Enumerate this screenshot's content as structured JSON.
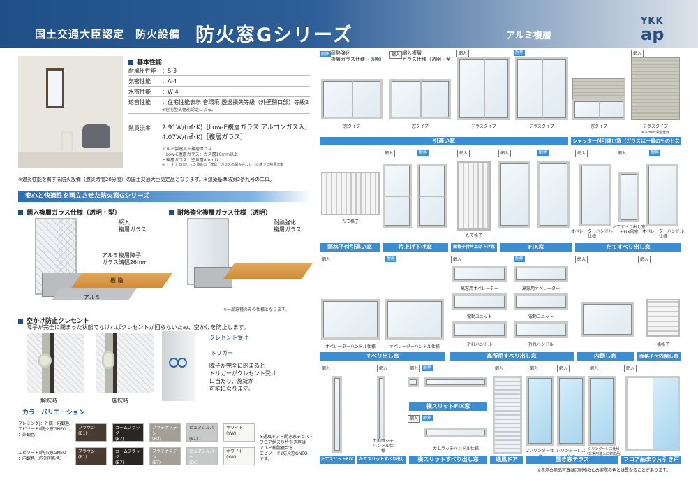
{
  "header": {
    "cert": "国土交通大臣認定　防火設備",
    "title": "防火窓Gシリーズ",
    "subtitle": "アルミ複層",
    "logo_top": "YKK",
    "logo_bottom": "ap"
  },
  "performance": {
    "heading": "基本性能",
    "rows": [
      {
        "k": "耐風圧性能",
        "v": "：S-3"
      },
      {
        "k": "気密性能",
        "v": "：A-4"
      },
      {
        "k": "水密性能",
        "v": "：W-4"
      },
      {
        "k": "遮音性能",
        "v": "：住宅性能表示 音環境 透過損失等級（外壁開口部）等級2"
      }
    ],
    "sound_note": "※住宅型式性能認定による。",
    "thermal_label": "熱貫流率",
    "thermal1": "2.91W/(㎡･K)［Low-E複層ガラス アルゴンガス入］",
    "thermal2": "4.07W/(㎡･K)［複層ガラス］",
    "notes": [
      "アルミ製建具＋複層ガラス",
      "・Low-E複層ガラス：ガス層10mm以上",
      "・複層ガラス：空気層8mm以上",
      "※（一社）日本サッシ協会の「建具とガラスの組み合わせ」に基づく熱貫流率"
    ],
    "footnote": "※遮炎性能を有する防火設備（遮炎時間20分間）の国土交通大臣認定品となります。※建築基準法第2条九号の二ロ。"
  },
  "section_bar": "安心と快適性を両立させた防火窓Gシリーズ",
  "glass_types": {
    "left_title": "網入複層ガラス仕様（透明・型）",
    "right_title": "耐熱強化複層ガラス仕様（透明）",
    "left_labels": [
      "網入\n複層ガラス",
      "アルミ複層障子\nガラス溝幅26mm",
      "樹 脂",
      "アルミ"
    ],
    "right_labels": [
      "耐熱強化\n複層ガラス"
    ],
    "right_note": "※一部窓種のみの仕様となります。"
  },
  "crescent": {
    "title": "空かけ防止クレセント",
    "desc": "障子が完全に閉まった状態でなければクレセントが回らないため、空かけを防止します。",
    "cap_unlock": "解錠時",
    "cap_lock": "施錠時",
    "label_receiver": "クレセント受け",
    "label_trigger": "トリガー",
    "trigger_desc": "障子が完全に閉まると\nトリガーがクレセント受け\nに当たり、施錠が\n可能になります。"
  },
  "colors": {
    "title": "カラーバリエーション",
    "row1_label": "フレミングJ：外観・内観色\nエピソードⅡ防火窓GNEO\n：外観色",
    "row2_label": "エピソードⅡ防火窓GNEO\n：内観色（内外同系色）",
    "row1": [
      {
        "name": "ブラウン",
        "code": "(B1)",
        "color": "#4a3b31",
        "text": "#fff"
      },
      {
        "name": "カームブラック",
        "code": "(B7)",
        "color": "#2a2624",
        "text": "#fff"
      },
      {
        "name": "プラチナステン",
        "code": "(H2)",
        "color": "#a39f96",
        "text": "#fff"
      },
      {
        "name": "ピュアシルバー",
        "code": "(S1)",
        "color": "#c7c9c8",
        "text": "#333"
      },
      {
        "name": "ホワイト",
        "code": "(YW)",
        "color": "#f6f6f2",
        "text": "#333"
      }
    ],
    "row2": [
      {
        "name": "ブラウン",
        "code": "(B1)",
        "color": "#4a3b31",
        "text": "#fff"
      },
      {
        "name": "カームブラック",
        "code": "(B7)",
        "color": "#2a2624",
        "text": "#fff"
      },
      {
        "name": "プラチナステン",
        "code": "(ET)",
        "color": "#a39f96",
        "text": "#fff"
      },
      {
        "name": "ピュアシルバー",
        "code": "(DC)",
        "color": "#c7c9c8",
        "text": "#fff"
      },
      {
        "name": "ホワイト",
        "code": "(YW)",
        "color": "#f6f6f2",
        "text": "#333"
      }
    ],
    "note": "※通風ドア・開き窓テラス・\nフロア納まり片引き戸は\nアルミ樹脂複合窓\nエピソードⅡ防火窓GNEO\nです。"
  },
  "right": {
    "top_tags": {
      "heat": "耐熱",
      "wire": "網入"
    },
    "top_title_heat": "耐熱強化\n複層ガラス仕様（透明）",
    "top_title_wire": "網入複層\nガラス仕様（透明・型）",
    "top_caps": [
      "窓タイプ",
      "窓タイプ",
      "テラスタイプ",
      "テラスタイプ",
      "窓タイプ",
      "テラスタイプ"
    ],
    "top_note": "※20mm溝幅仕様",
    "bands1": [
      "引違い窓",
      "シャッター付引違い窓（ガラスは一般のものとなります。）"
    ],
    "row2_caps": [
      "たて格子",
      "たて格子",
      "オペレーターハンドル\n仕様",
      "たてすべり出し窓\n＋FIX段窓",
      "オペレーターハンドル\n仕様"
    ],
    "bands2": [
      "面格子付引違い窓",
      "片上げ下げ窓",
      "面格子付片上げ下げ窓",
      "FIX窓",
      "たてすべり出し窓"
    ],
    "row3_caps": [
      "オペレーターハンドル仕様",
      "オペレーターハンドル仕様",
      "高窓用オペレーター",
      "高窓用オペレーター",
      "電動ユニット",
      "電動ユニット",
      "折れハンドル",
      "折れハンドル",
      "横格子"
    ],
    "bands3": [
      "すべり出し窓",
      "高所用すべり出し窓",
      "内倒し窓",
      "面格子付内倒し窓"
    ],
    "slit_band": "横スリットFIX窓",
    "row4_caps": [
      "カムラッチ\nハンドル仕様",
      "カムラッチハンドル仕様",
      "2シリンダー仕様",
      "シリンダーレス仕様",
      "シリンダーレス仕様\n（非常用進入口対応品）"
    ],
    "bands4": [
      "たてスリットFIX窓",
      "たてスリットすべり出し窓",
      "横スリットすべり出し窓",
      "通風ドア",
      "開き窓テラス",
      "フロア納まり片引き戸"
    ],
    "footer_note": "※表示の商品写真は印刷物のため実際の色とは異なることがあります。"
  }
}
